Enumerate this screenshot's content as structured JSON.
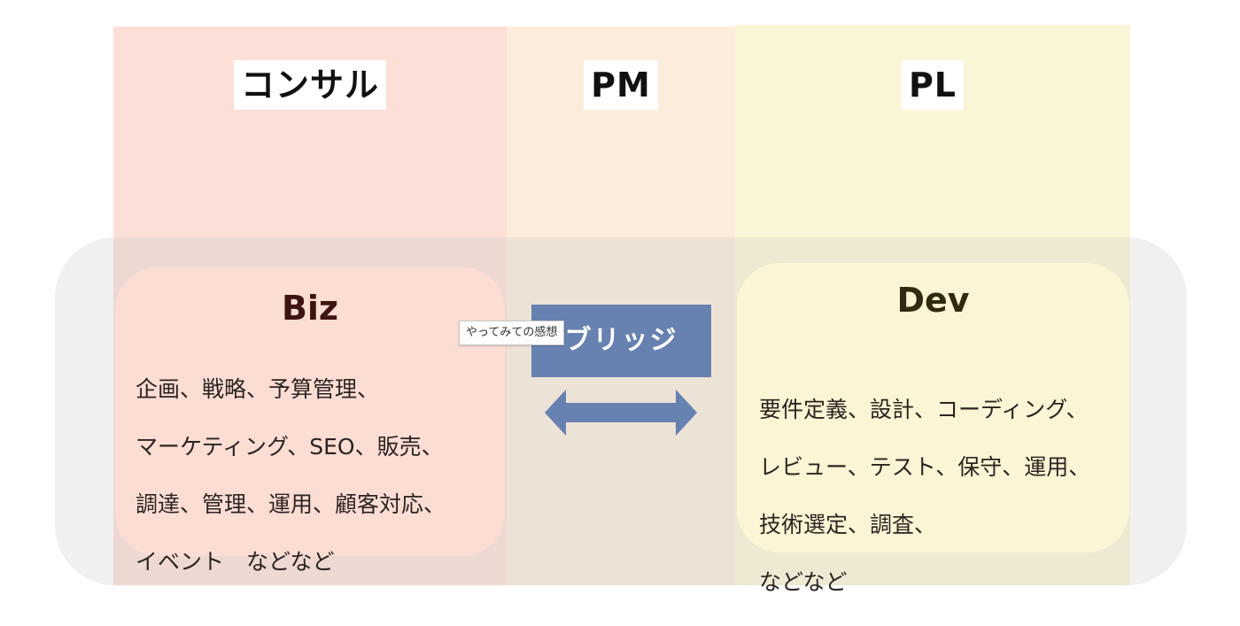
{
  "columns": {
    "consul": {
      "label": "コンサル",
      "color": "#fcdfd6"
    },
    "pm": {
      "label": "PM",
      "color": "#fbecdc"
    },
    "pl": {
      "label": "PL",
      "color": "#fbf5d7"
    }
  },
  "biz": {
    "title": "Biz",
    "lines": [
      "企画、戦略、予算管理、",
      "マーケティング、SEO、販売、",
      "調達、管理、運用、顧客対応、",
      "イベント　などなど"
    ]
  },
  "bridge": {
    "label": "ブリッジ",
    "arrow_icon": "double-headed-arrow",
    "color": "#6781b1"
  },
  "dev": {
    "title": "Dev",
    "lines": [
      "要件定義、設計、コーディング、",
      "レビュー、テスト、保守、運用、",
      "技術選定、調査、",
      "などなど"
    ]
  },
  "tooltip": {
    "text": "やってみての感想"
  }
}
